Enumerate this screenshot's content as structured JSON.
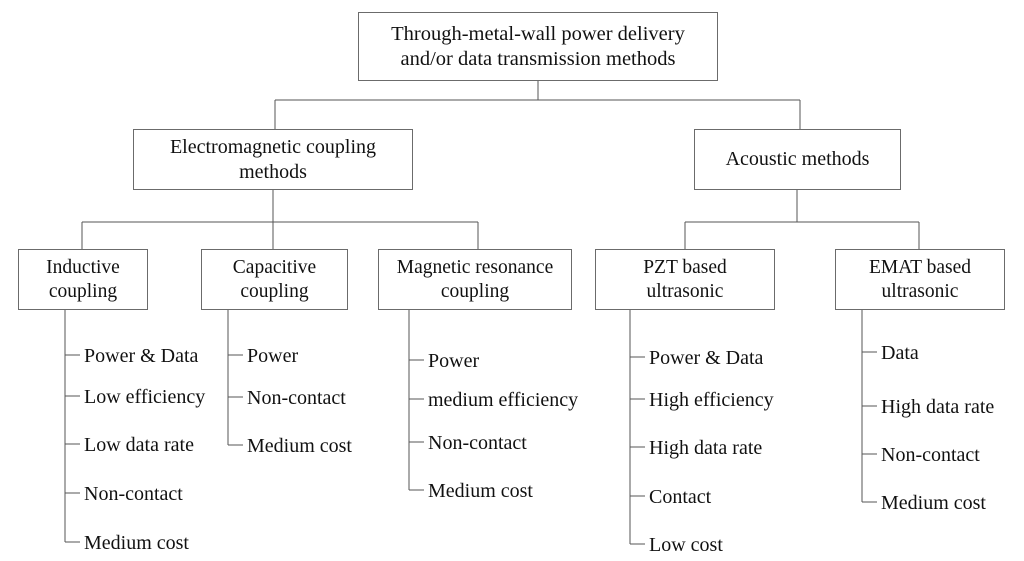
{
  "diagram": {
    "type": "hierarchy-tree",
    "title": "Through-metal-wall power delivery and/or data transmission methods",
    "root": {
      "label": "Through-metal-wall power delivery\nand/or data transmission methods"
    },
    "groups": [
      {
        "label": "Electromagnetic coupling\nmethods"
      },
      {
        "label": "Acoustic methods"
      }
    ],
    "categories": [
      {
        "label": "Inductive\ncoupling"
      },
      {
        "label": "Capacitive\ncoupling"
      },
      {
        "label": "Magnetic resonance\ncoupling"
      },
      {
        "label": "PZT based\nultrasonic"
      },
      {
        "label": "EMAT based\nultrasonic"
      }
    ],
    "attributes": [
      [
        "Power & Data",
        "Low efficiency",
        "Low data rate",
        "Non-contact",
        "Medium cost"
      ],
      [
        "Power",
        "Non-contact",
        "Medium cost"
      ],
      [
        "Power",
        "medium efficiency",
        "Non-contact",
        "Medium cost"
      ],
      [
        "Power & Data",
        "High efficiency",
        "High data rate",
        "Contact",
        "Low cost"
      ],
      [
        "Data",
        "High data rate",
        "Non-contact",
        "Medium cost"
      ]
    ],
    "colors": {
      "background": "#ffffff",
      "box_border": "#6b6b6b",
      "connector": "#555555",
      "text": "#111111"
    }
  }
}
